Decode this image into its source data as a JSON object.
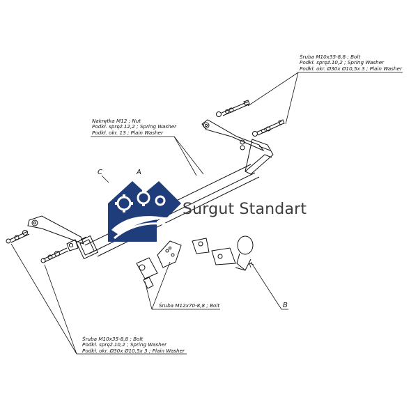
{
  "callouts": {
    "top_right": {
      "line1": "Śruba M10x35-8,8 ;  Bolt",
      "line2": "Podkł. spręż.10,2 ; Spring Washer",
      "line3": "Podkł. okr.  Ø30x Ø10,5x 3 ; Plain Washer"
    },
    "nut_group": {
      "line1": "Nakrętka  M12 ; Nut",
      "line2": "Podkł. spręż.12,2 ; Spring Washer",
      "line3": "Podkł. okr. 13 ; Plain Washer"
    },
    "bolt_m12": {
      "line1": "Śruba M12x70-8,8 ;  Bolt"
    },
    "bottom_left": {
      "line1": "Śruba M10x35-8,8 ;  Bolt",
      "line2": "Podkł. spręż.10,2 ; Spring Washer",
      "line3": "Podkł. okr.  Ø30x Ø10,5x 3 ; Plain Washer"
    }
  },
  "letters": {
    "a": "A",
    "b": "B",
    "c": "C"
  },
  "watermark": {
    "brand": "Surgut Standart"
  },
  "colors": {
    "logo_blue": "#1f3d7a",
    "line": "#111111",
    "text": "#3d3d3d"
  }
}
